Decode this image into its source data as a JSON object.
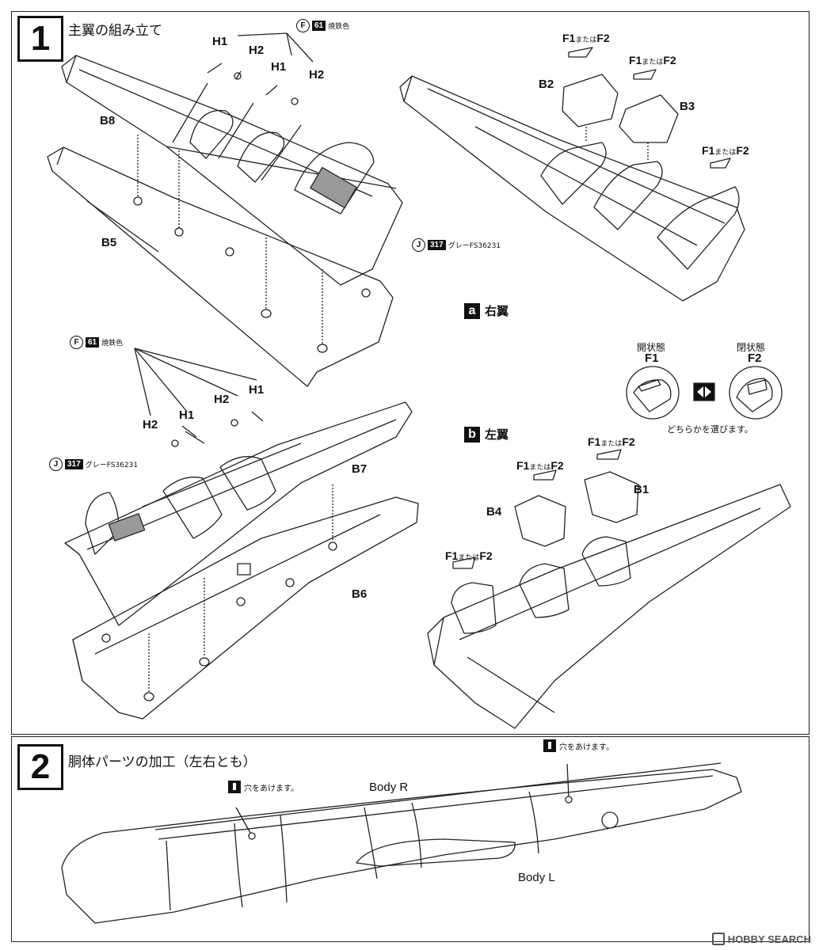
{
  "step1": {
    "number": "1",
    "title": "主翼の組み立て",
    "paint_burnt_iron": {
      "letter": "F",
      "code": "61",
      "name": "焼鉄色"
    },
    "paint_gray": {
      "letter": "J",
      "code": "317",
      "name": "グレーFS36231"
    },
    "right_wing": {
      "badge": "a",
      "name": "右翼"
    },
    "left_wing": {
      "badge": "b",
      "name": "左翼"
    },
    "parts": {
      "h1": "H1",
      "h2": "H2",
      "b1": "B1",
      "b2": "B2",
      "b3": "B3",
      "b4": "B4",
      "b5": "B5",
      "b6": "B6",
      "b7": "B7",
      "b8": "B8"
    },
    "f_choice": {
      "f1": "F1",
      "or": "または",
      "f2": "F2"
    },
    "option": {
      "f1_state": "開状態",
      "f1_label": "F1",
      "f2_state": "閉状態",
      "f2_label": "F2",
      "note": "どちらかを選びます。"
    }
  },
  "step2": {
    "number": "2",
    "title": "胴体パーツの加工（左右とも）",
    "drill_note": "穴をあけます。",
    "body_r": "Body R",
    "body_l": "Body L"
  },
  "watermark": {
    "icon": "hobby-search-logo",
    "text": "HOBBY SEARCH"
  },
  "colors": {
    "ink": "#111111",
    "hatch": "#888888",
    "paper": "#ffffff"
  }
}
